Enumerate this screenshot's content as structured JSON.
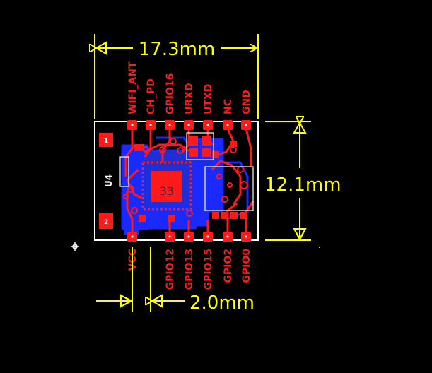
{
  "dimensions": {
    "width": "17.3mm",
    "height": "12.1mm",
    "pitch": "2.0mm"
  },
  "board": {
    "designator": "U4",
    "chip_label": "33",
    "pad1": "1",
    "pad2": "2"
  },
  "pins_top": [
    "WIFI_ANT",
    "CH_PD",
    "GPIO16",
    "URXD",
    "UTXD",
    "NC",
    "GND"
  ],
  "pins_bottom": [
    "VCC",
    "GPIO12",
    "GPIO13",
    "GPIO15",
    "GPIO2",
    "GPIO0"
  ],
  "colors": {
    "background": "#000000",
    "dimension": "#ffff00",
    "copper_top": "#ff1a1a",
    "copper_bottom": "#1a2aff",
    "outline": "#ffffff"
  }
}
